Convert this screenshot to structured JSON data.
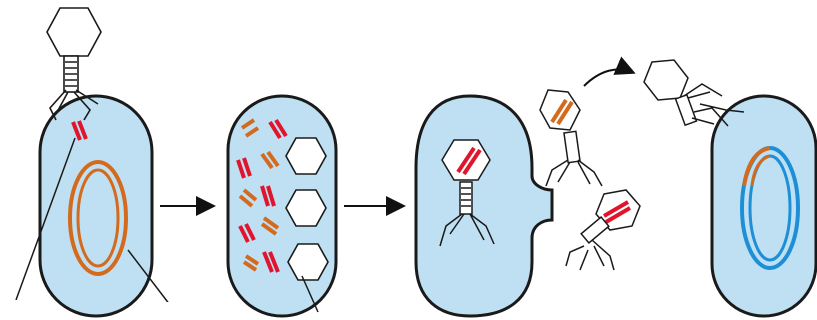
{
  "colors": {
    "cell_fill": "#bfe0f2",
    "cell_outline": "#1a1a1a",
    "bacterial_dna": "#d46a1e",
    "phage_dna": "#e0142c",
    "plasmid_dna": "#1e8fd6",
    "phage_head": "#ffffff",
    "arrow": "#111111",
    "background": "#ffffff"
  },
  "diagram": {
    "stages": [
      {
        "id": "infection",
        "icon": "bacteriophage-attached-icon"
      },
      {
        "id": "replication",
        "icon": "phage-assembly-icon"
      },
      {
        "id": "lysis-release",
        "icon": "phage-release-icon"
      },
      {
        "id": "transduction",
        "icon": "transduced-cell-icon"
      }
    ],
    "flow": [
      "infection",
      "replication",
      "lysis-release",
      "transduction"
    ],
    "labels": []
  }
}
